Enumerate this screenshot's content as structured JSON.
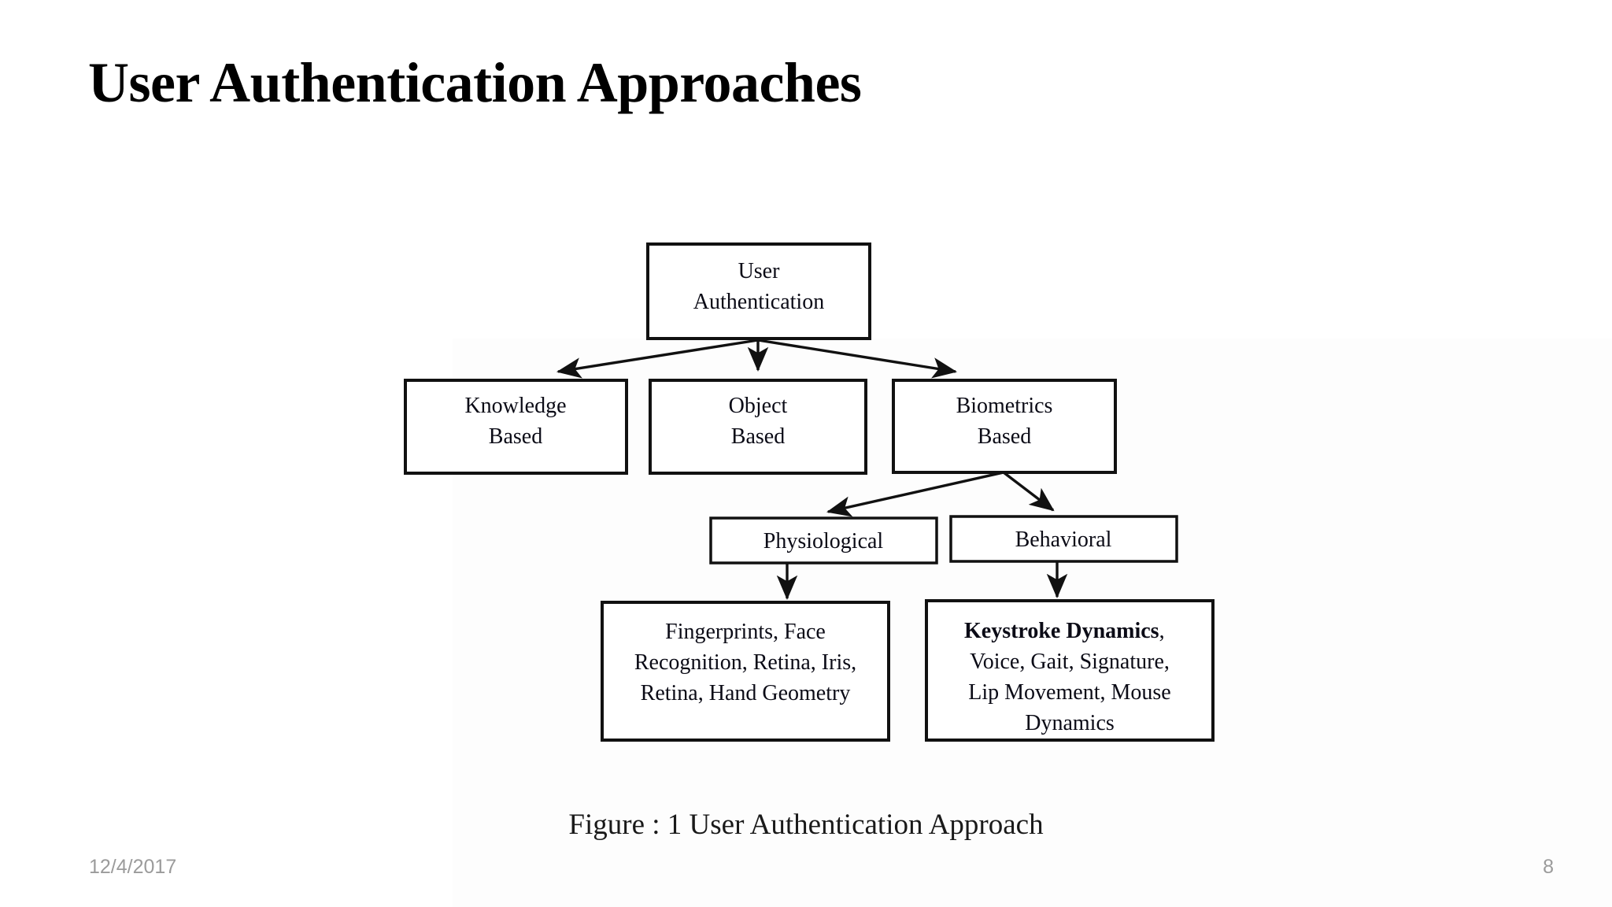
{
  "slide": {
    "title": "User Authentication Approaches",
    "figure_caption": "Figure : 1 User Authentication Approach",
    "footer": {
      "date": "12/4/2017",
      "page_number": "8"
    },
    "colors": {
      "background": "#ffffff",
      "text": "#000000",
      "box_stroke": "#111111",
      "footer_text": "#9b9b9b"
    }
  },
  "chart_data": {
    "type": "diagram",
    "title": "Figure : 1 User Authentication Approach",
    "nodes": [
      {
        "id": "root",
        "lines": [
          "User",
          "Authentication"
        ],
        "level": 0
      },
      {
        "id": "knowledge",
        "lines": [
          "Knowledge",
          "Based"
        ],
        "level": 1
      },
      {
        "id": "object",
        "lines": [
          "Object",
          "Based"
        ],
        "level": 1
      },
      {
        "id": "biometrics",
        "lines": [
          "Biometrics",
          "Based"
        ],
        "level": 1
      },
      {
        "id": "physiological",
        "lines": [
          "Physiological"
        ],
        "level": 2
      },
      {
        "id": "behavioral",
        "lines": [
          "Behavioral"
        ],
        "level": 2
      },
      {
        "id": "physio-list",
        "lines": [
          "Fingerprints, Face",
          "Recognition, Retina, Iris,",
          "Retina, Hand Geometry"
        ],
        "level": 3
      },
      {
        "id": "behav-list",
        "lines": [
          "Keystroke Dynamics,",
          "Voice, Gait, Signature,",
          "Lip Movement, Mouse",
          "Dynamics"
        ],
        "level": 3,
        "bold_prefix": "Keystroke Dynamics"
      }
    ],
    "edges": [
      {
        "from": "root",
        "to": "knowledge"
      },
      {
        "from": "root",
        "to": "object"
      },
      {
        "from": "root",
        "to": "biometrics"
      },
      {
        "from": "biometrics",
        "to": "physiological"
      },
      {
        "from": "biometrics",
        "to": "behavioral"
      },
      {
        "from": "physiological",
        "to": "physio-list"
      },
      {
        "from": "behavioral",
        "to": "behav-list"
      }
    ]
  },
  "diagram": {
    "root": {
      "line1": "User",
      "line2": "Authentication"
    },
    "knowledge": {
      "line1": "Knowledge",
      "line2": "Based"
    },
    "object": {
      "line1": "Object",
      "line2": "Based"
    },
    "biometrics": {
      "line1": "Biometrics",
      "line2": "Based"
    },
    "physiological": {
      "line1": "Physiological"
    },
    "behavioral": {
      "line1": "Behavioral"
    },
    "physio_list": {
      "line1": "Fingerprints, Face",
      "line2": "Recognition, Retina, Iris,",
      "line3": "Retina, Hand Geometry"
    },
    "behav_list": {
      "line1_bold": "Keystroke Dynamics",
      "line1_rest": ",",
      "line2": "Voice, Gait, Signature,",
      "line3": "Lip Movement, Mouse",
      "line4": "Dynamics"
    }
  }
}
